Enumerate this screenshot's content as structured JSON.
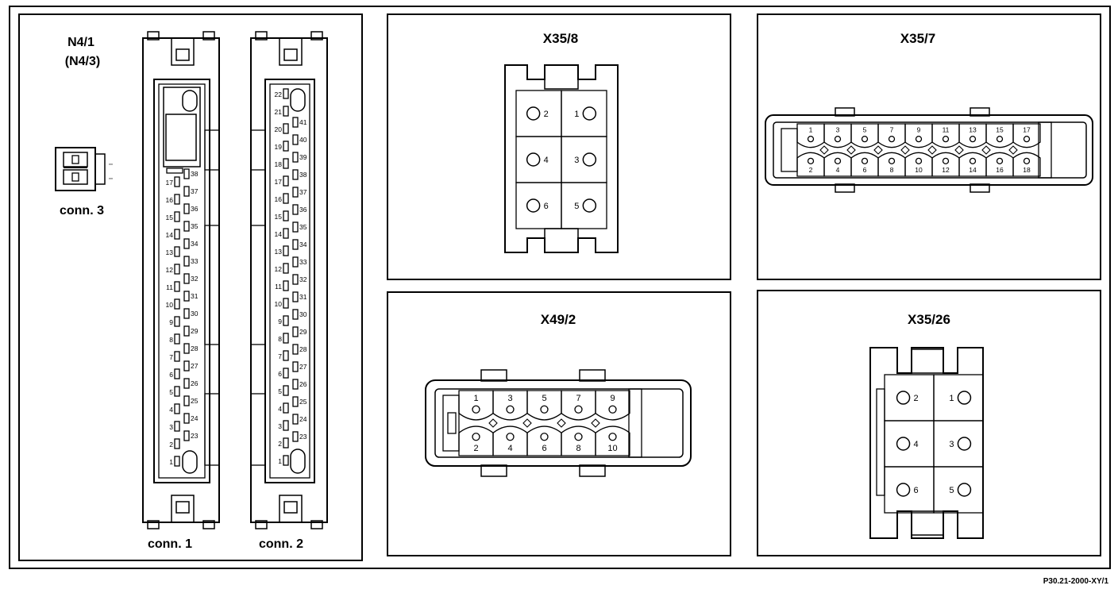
{
  "panel_left": {
    "title": "N4/1",
    "subtitle": "(N4/3)",
    "conn3_label": "conn. 3",
    "conn1_label": "conn. 1",
    "conn2_label": "conn. 2",
    "conn1_left_pins": [
      "17",
      "16",
      "15",
      "14",
      "13",
      "12",
      "11",
      "10",
      "9",
      "8",
      "7",
      "6",
      "5",
      "4",
      "3",
      "2",
      "1"
    ],
    "conn1_right_pins": [
      "38",
      "37",
      "36",
      "35",
      "34",
      "33",
      "32",
      "31",
      "30",
      "29",
      "28",
      "27",
      "26",
      "25",
      "24",
      "23"
    ],
    "conn2_left_pins": [
      "22",
      "21",
      "20",
      "19",
      "18",
      "17",
      "16",
      "15",
      "14",
      "13",
      "12",
      "11",
      "10",
      "9",
      "8",
      "7",
      "6",
      "5",
      "4",
      "3",
      "2",
      "1"
    ],
    "conn2_right_pins": [
      "41",
      "40",
      "39",
      "38",
      "37",
      "36",
      "35",
      "34",
      "33",
      "32",
      "31",
      "30",
      "29",
      "28",
      "27",
      "26",
      "25",
      "24",
      "23"
    ]
  },
  "x35_8": {
    "title": "X35/8",
    "pins": [
      "2",
      "1",
      "4",
      "3",
      "6",
      "5"
    ]
  },
  "x35_7": {
    "title": "X35/7",
    "top_pins": [
      "1",
      "3",
      "5",
      "7",
      "9",
      "11",
      "13",
      "15",
      "17"
    ],
    "bottom_pins": [
      "2",
      "4",
      "6",
      "8",
      "10",
      "12",
      "14",
      "16",
      "18"
    ]
  },
  "x49_2": {
    "title": "X49/2",
    "top_pins": [
      "1",
      "3",
      "5",
      "7",
      "9"
    ],
    "bottom_pins": [
      "2",
      "4",
      "6",
      "8",
      "10"
    ]
  },
  "x35_26": {
    "title": "X35/26",
    "pins": [
      "2",
      "1",
      "4",
      "3",
      "6",
      "5"
    ]
  },
  "figure_code": "P30.21-2000-XY/1"
}
